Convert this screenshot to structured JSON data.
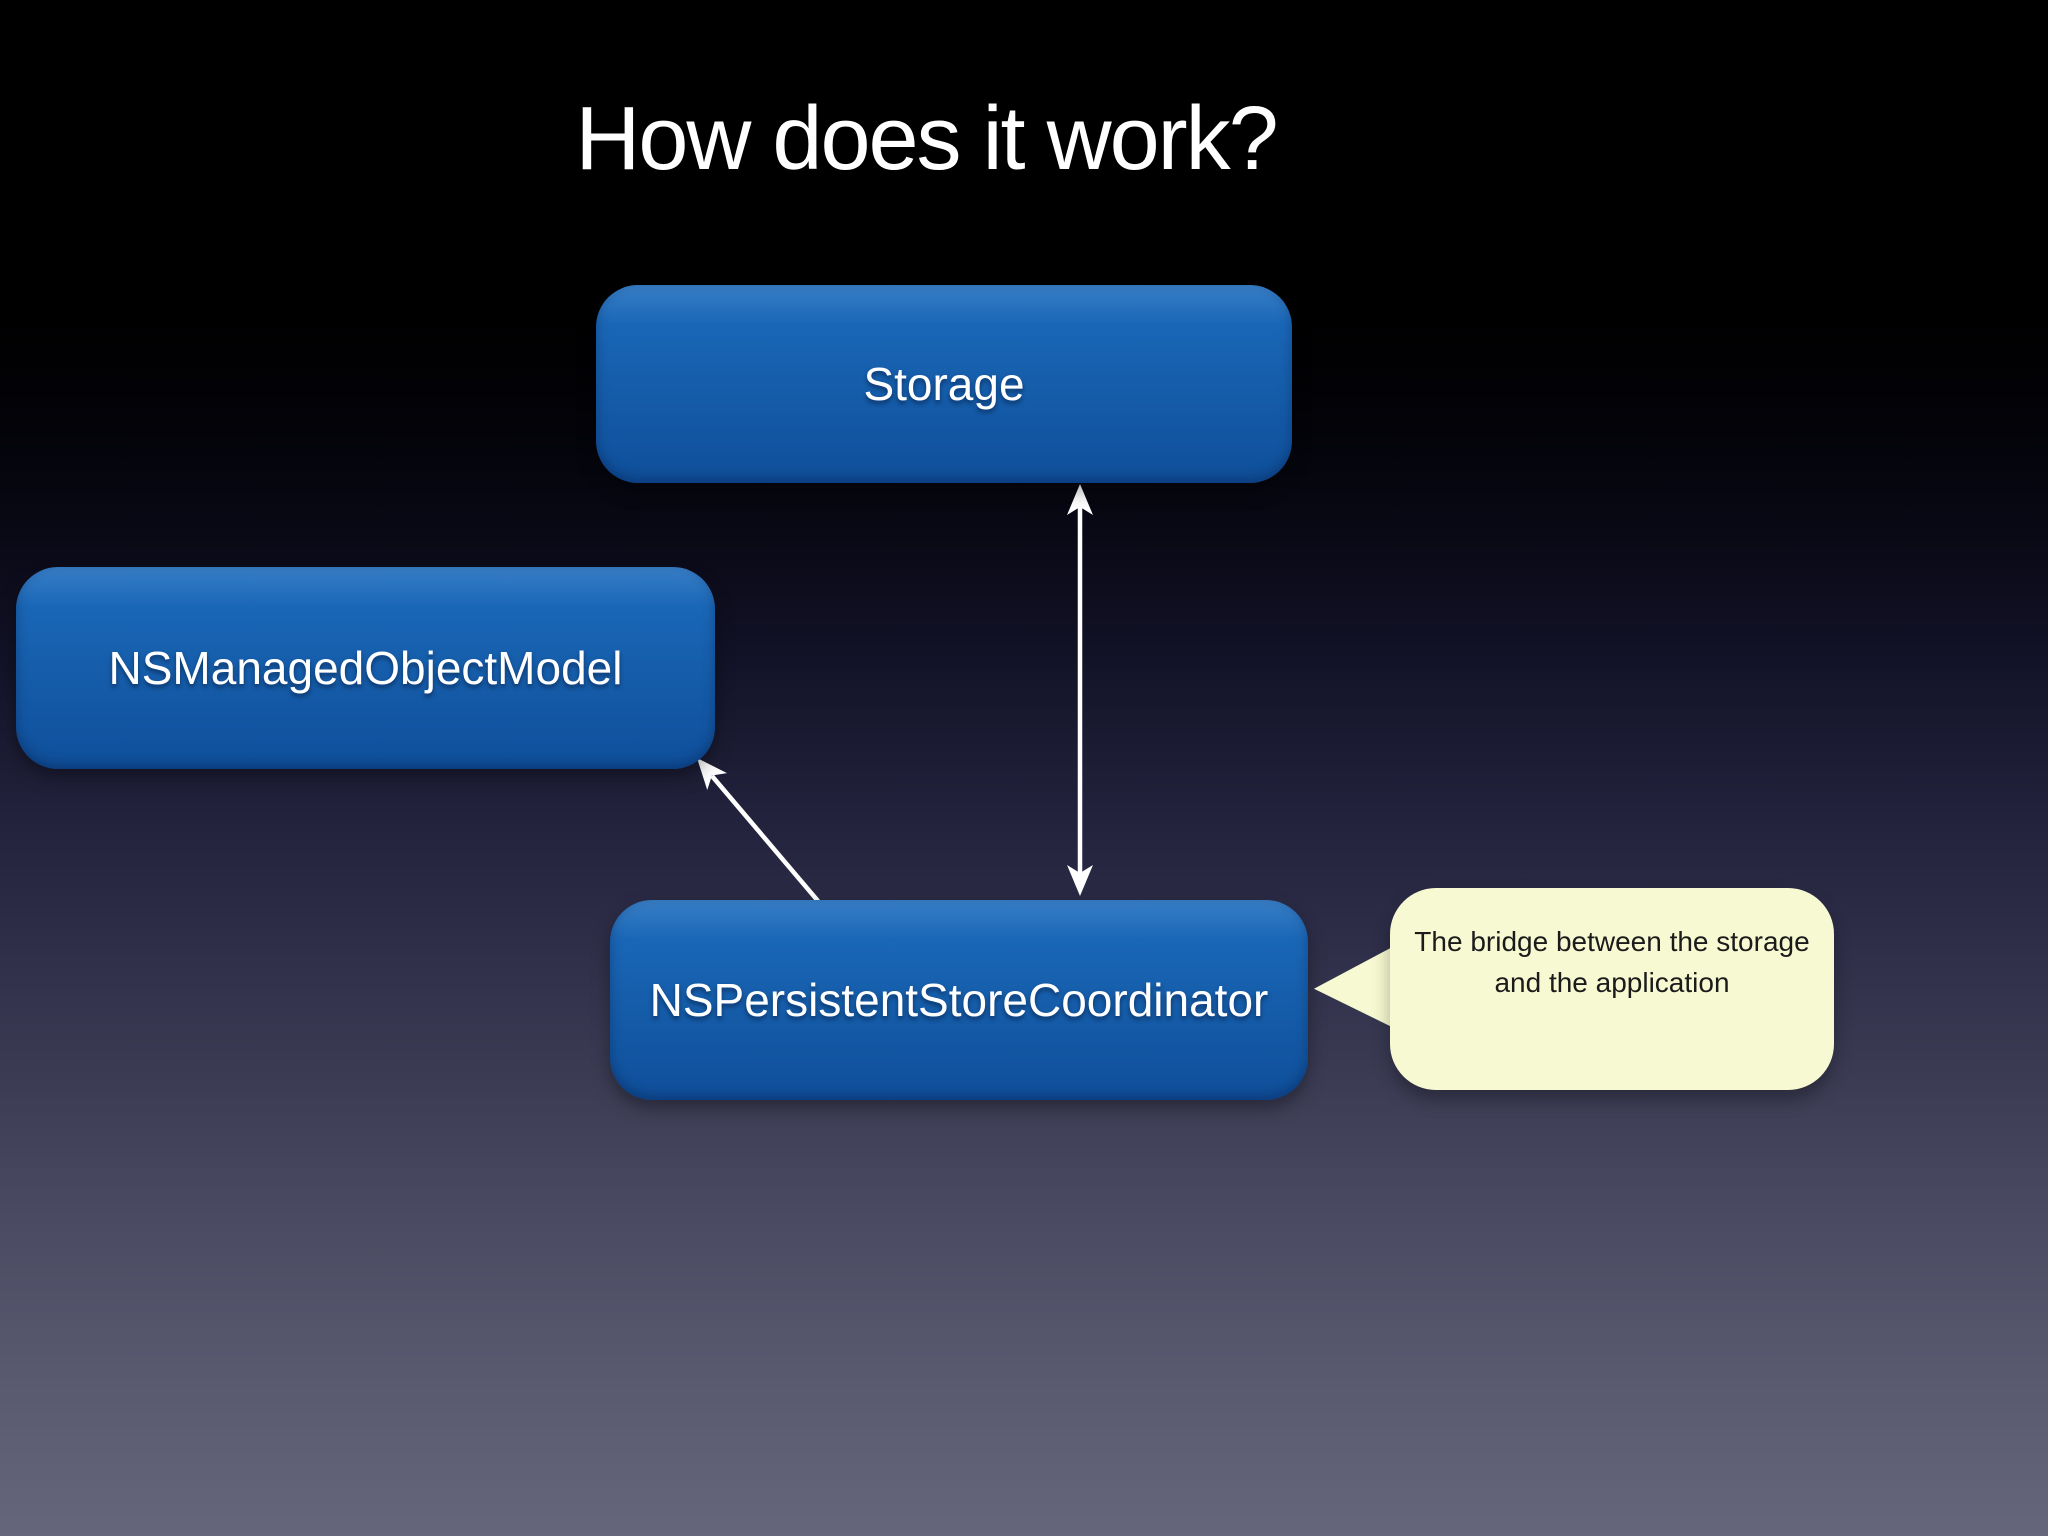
{
  "slide": {
    "title": "How does it work?"
  },
  "diagram": {
    "nodes": [
      {
        "id": "storage",
        "label": "Storage"
      },
      {
        "id": "managed-object-model",
        "label": "NSManagedObjectModel"
      },
      {
        "id": "persistent-store-coordinator",
        "label": "NSPersistentStoreCoordinator"
      }
    ],
    "connectors": [
      {
        "id": "storage-coordinator",
        "from": "persistent-store-coordinator",
        "to": "storage",
        "style": "double-headed-arrow"
      },
      {
        "id": "model-coordinator",
        "from": "persistent-store-coordinator",
        "to": "managed-object-model",
        "style": "single-headed-arrow"
      }
    ],
    "callout": {
      "target": "persistent-store-coordinator",
      "lines": [
        "The bridge between the storage",
        "and the application"
      ]
    }
  },
  "colors": {
    "node_gradient_top": "#1c6cbe",
    "node_gradient_mid": "#155ca9",
    "node_gradient_bottom": "#0f4f9b",
    "node_text": "#ffffff",
    "callout_bg": "#f7f9d2",
    "callout_text": "#1b1b1b",
    "arrow": "#ffffff",
    "title_text": "#ffffff"
  }
}
